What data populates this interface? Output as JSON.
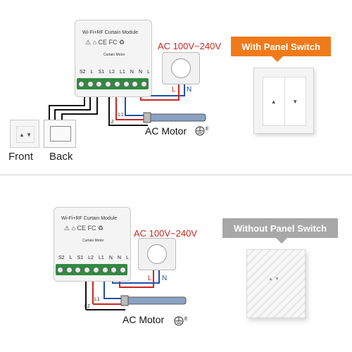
{
  "top": {
    "module_title": "Wi-Fi+RF Curtain Module",
    "terminals": [
      "S2",
      "L",
      "S1",
      "L2",
      "L1",
      "N",
      "N",
      "L"
    ],
    "module_sub": "Curtain Motor",
    "ac_label": "AC 100V~240V",
    "wire_L": "L",
    "wire_N": "N",
    "wire_L1": "L1",
    "wire_L2": "L2",
    "motor_label": "AC Motor",
    "earth": "E",
    "badge": "With Panel Switch",
    "badge_color": "#f07a1a",
    "front_label": "Front",
    "back_label": "Back"
  },
  "bottom": {
    "module_title": "Wi-Fi+RF Curtain Module",
    "terminals": [
      "S2",
      "L",
      "S1",
      "L2",
      "L1",
      "N",
      "N",
      "L"
    ],
    "module_sub": "Curtain Motor",
    "ac_label": "AC 100V~240V",
    "wire_L": "L",
    "wire_N": "N",
    "wire_L1": "L1",
    "wire_L2": "L2",
    "motor_label": "AC Motor",
    "earth": "E",
    "badge": "Without Panel Switch",
    "badge_color": "#a8a8a8"
  },
  "colors": {
    "live": "#c8281e",
    "neutral": "#1f4fa8",
    "wire_black": "#111111",
    "terminal": "#2e8b3d"
  }
}
